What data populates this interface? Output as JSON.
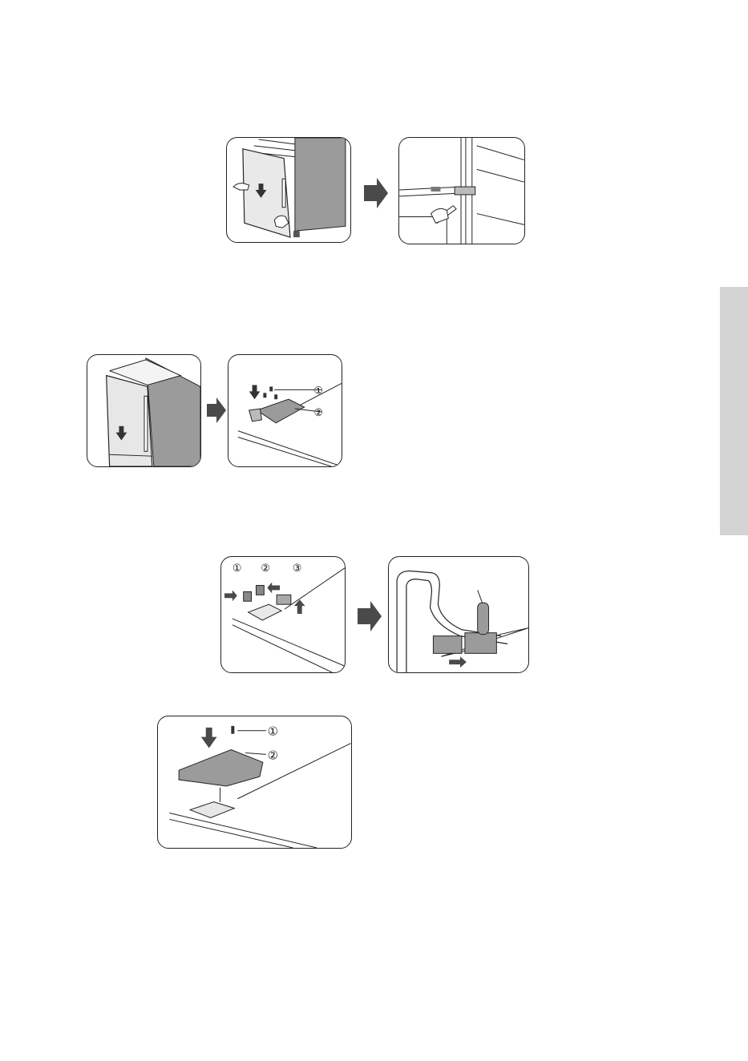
{
  "page": {
    "colors": {
      "part_fill": "#9b9b9b",
      "arrow_fill": "#4a4a4a",
      "side_tab": "#d4d4d4",
      "line": "#222222"
    }
  },
  "callouts": {
    "step2_screws": "①",
    "step2_cover": "②",
    "step3_connector_1": "①",
    "step3_connector_2": "②",
    "step3_connector_3": "③",
    "step4_screw": "①",
    "step4_cover": "②"
  },
  "icons": {
    "step_arrow": "right-arrow-icon",
    "motion_arrow": "down-arrow-icon",
    "hand": "hand-icon",
    "screwdriver": "screwdriver-icon"
  }
}
